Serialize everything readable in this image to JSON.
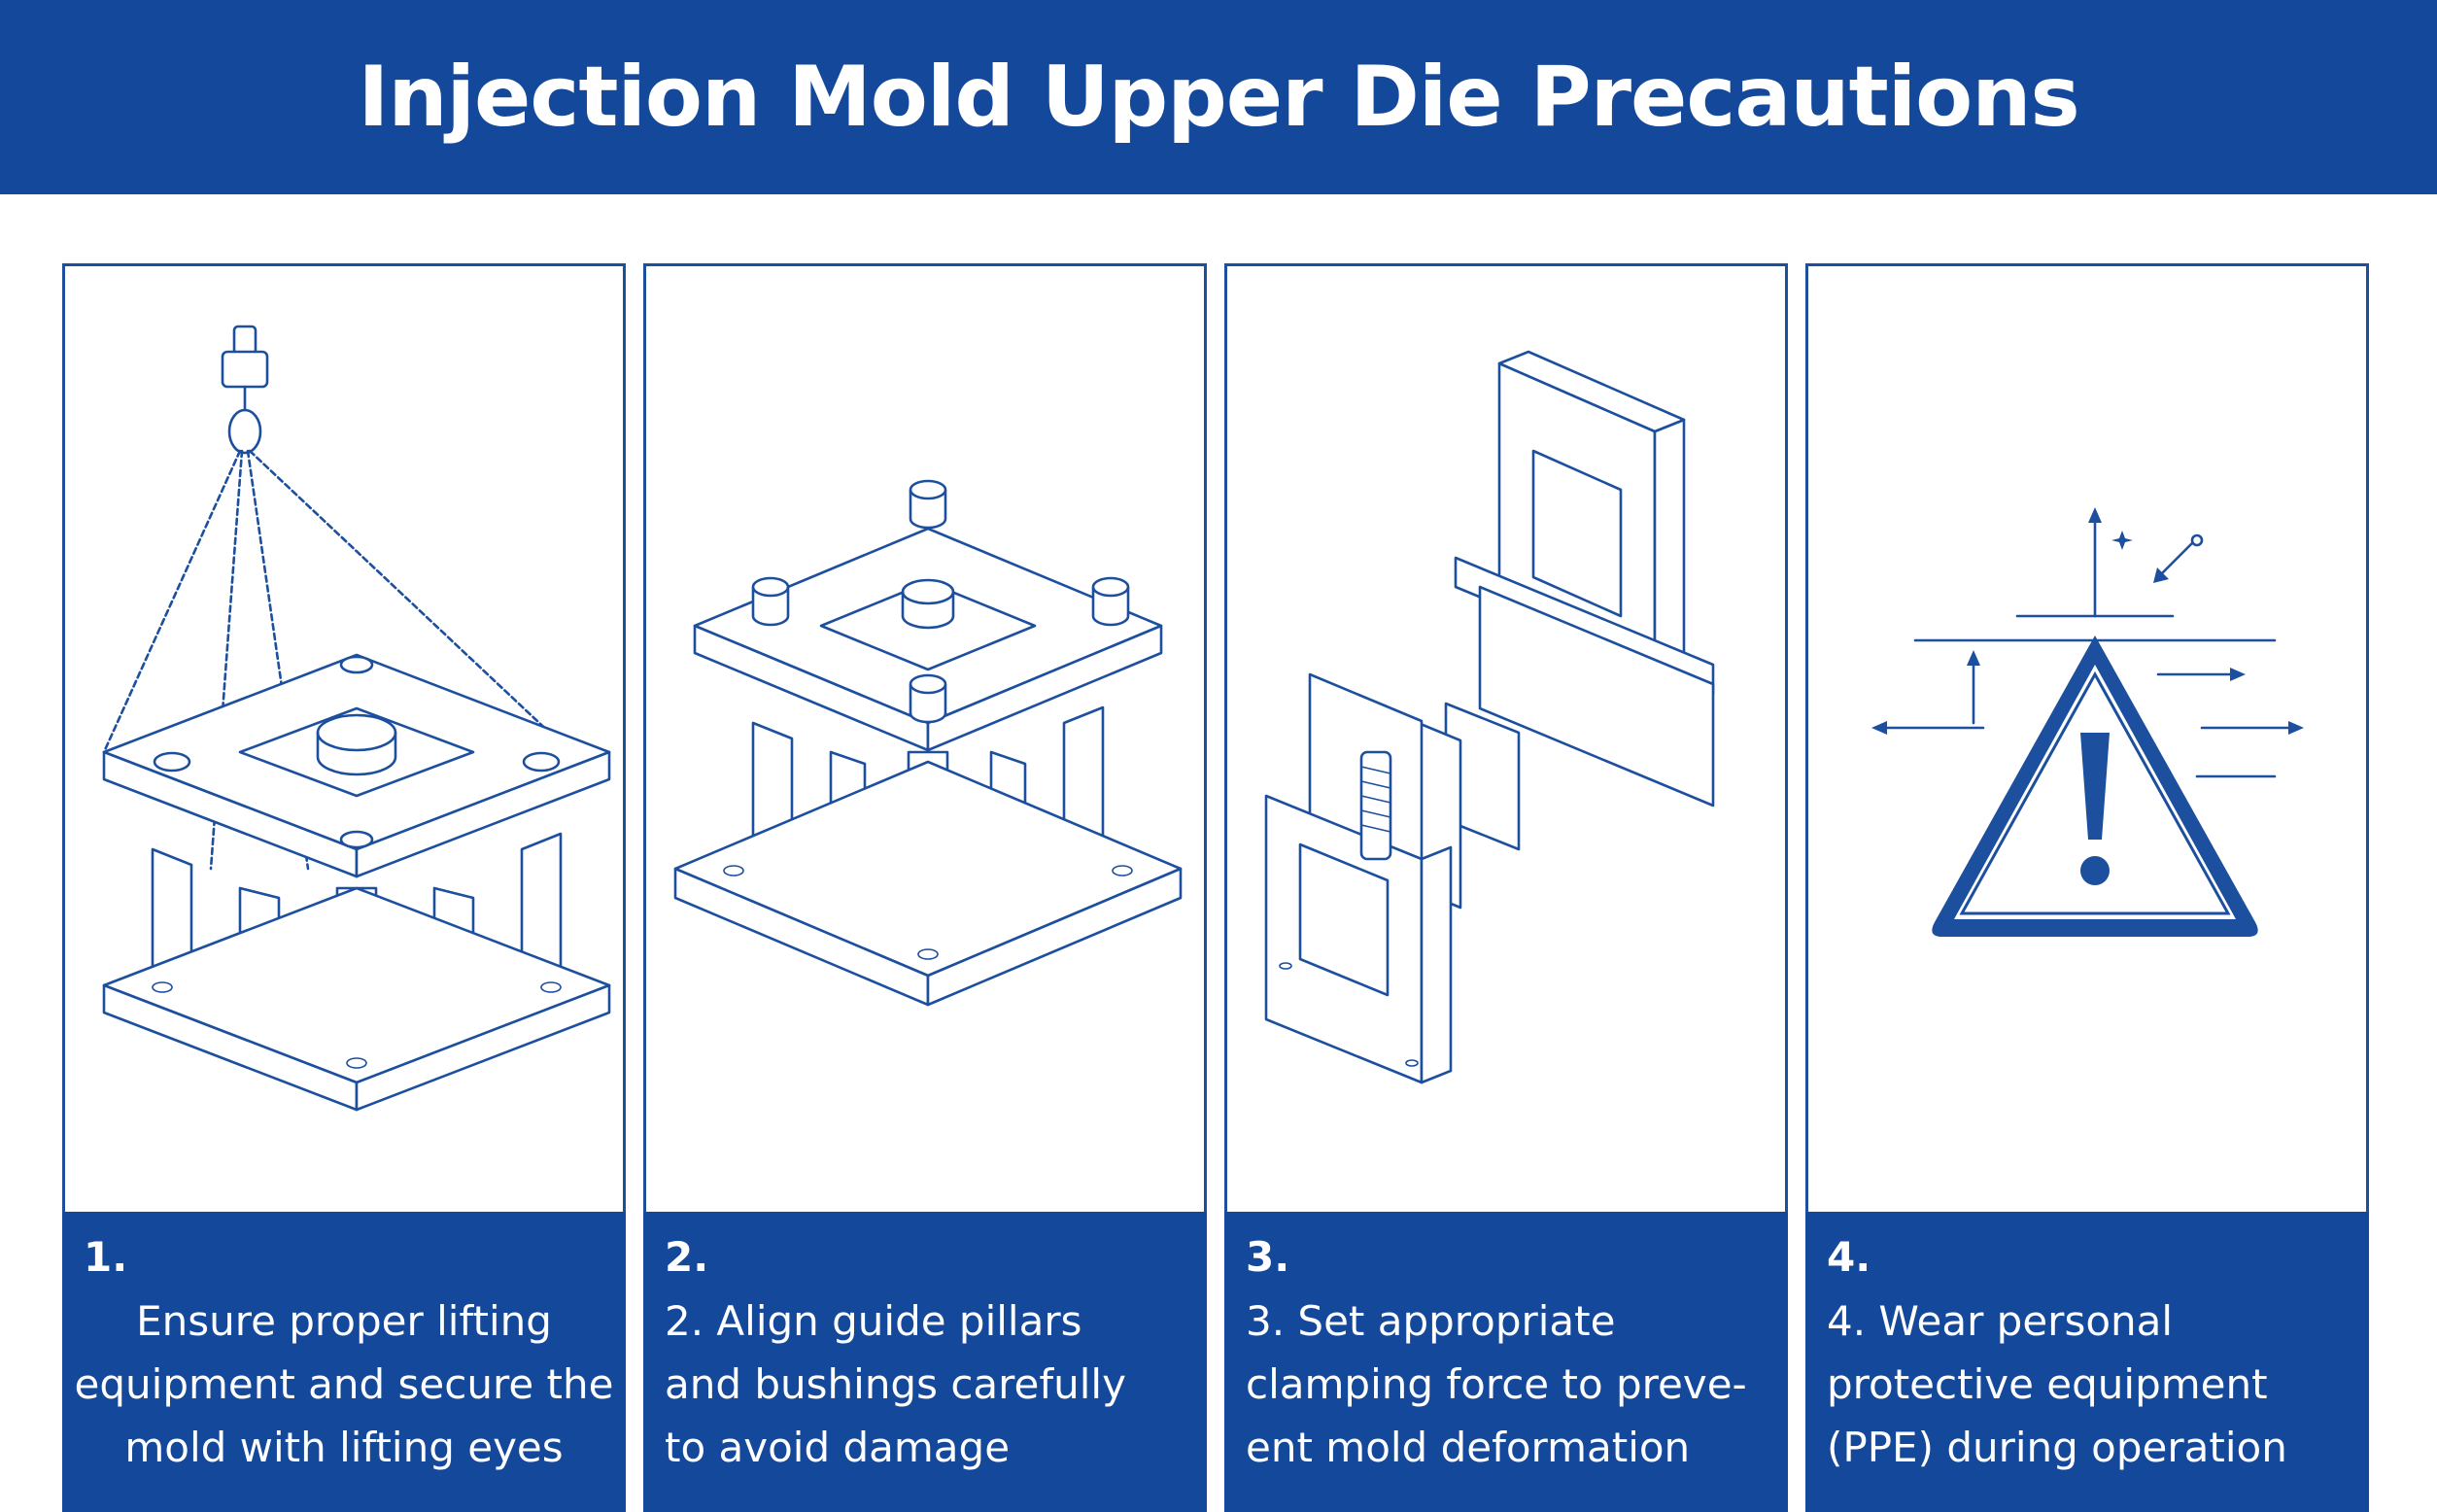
{
  "title": "Injection Mold Upper Die Precautions",
  "colors": {
    "brand_blue": "#14489a",
    "line_blue": "#1c4f9e",
    "background": "#ffffff"
  },
  "steps": [
    {
      "number": "1.",
      "text": "Ensure proper lifting\nequipment and secure the\nmold with lifting eyes",
      "icon": "lifting-mold-icon"
    },
    {
      "number": "2.",
      "text": "2. Align guide pillars\nand bushings carefully\nto avoid damage",
      "icon": "guide-pillar-mold-icon"
    },
    {
      "number": "3.",
      "text": "3. Set appropriate\nclamping force to preve-\nent mold deformation",
      "icon": "clamping-plates-icon"
    },
    {
      "number": "4.",
      "text": "4. Wear personal\nprotective equipment\n(PPE) during operation",
      "icon": "warning-triangle-icon"
    }
  ]
}
